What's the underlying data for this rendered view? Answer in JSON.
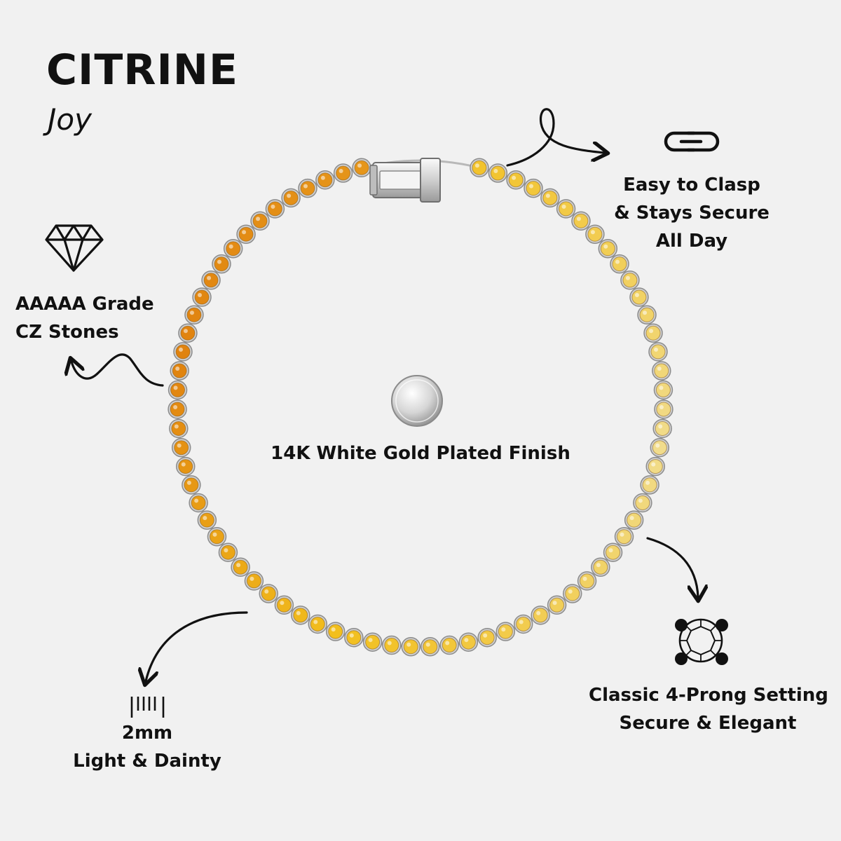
{
  "header": {
    "title": "CITRINE",
    "subtitle": "Joy"
  },
  "features": {
    "clasp": {
      "icon": "link-icon",
      "lines": [
        "Easy to Clasp",
        "& Stays Secure",
        "All Day"
      ]
    },
    "stones": {
      "icon": "diamond-icon",
      "lines": [
        "AAAAA Grade",
        "CZ Stones"
      ]
    },
    "finish": {
      "icon": "silver-swatch-icon",
      "lines": [
        "14K White Gold Plated Finish"
      ]
    },
    "width": {
      "icon": "ruler-icon",
      "lines": [
        "2mm",
        "Light & Dainty"
      ]
    },
    "prong": {
      "icon": "four-prong-icon",
      "lines": [
        "Classic 4-Prong Setting",
        "Secure & Elegant"
      ]
    }
  },
  "colors": {
    "background": "#f1f1f1",
    "text": "#111111",
    "stone_deep": "#e0820f",
    "stone_gold": "#f2bf1d",
    "stone_pale": "#f1dc8c",
    "metal": "#c9c9c9"
  },
  "product": {
    "bracelet_icon": "tennis-bracelet",
    "clasp_icon": "box-clasp"
  }
}
